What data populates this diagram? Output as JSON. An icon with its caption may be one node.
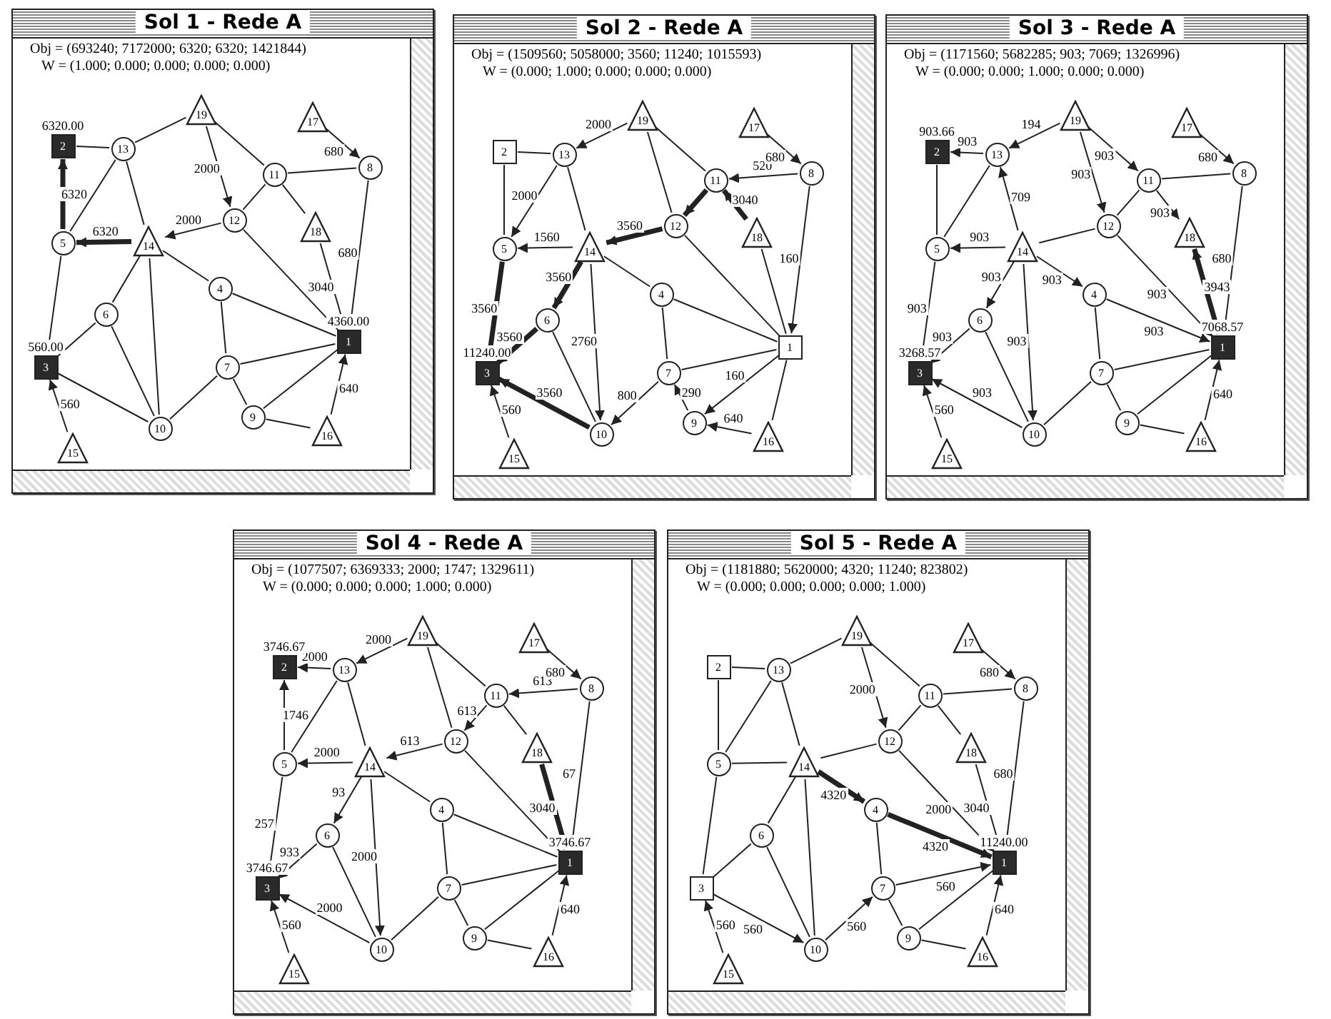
{
  "diagram": {
    "nodes": [
      {
        "text": [
          "Sol 1 - Rede A",
          "Obj = (693240; 7172000; 6320; 6320; 1421844)",
          "W = (1.000; 0.000; 0.000; 0.000; 0.000)"
        ]
      },
      {
        "text": [
          "19"
        ],
        "in": 0
      },
      {
        "text": [
          "17"
        ],
        "in": 0
      },
      {
        "text": [
          "2"
        ],
        "in": 0,
        "beside": [
          "6320.00"
        ]
      },
      {
        "text": [
          "13"
        ],
        "in": 0
      },
      {
        "text": [
          "8"
        ],
        "in": 0
      },
      {
        "text": [
          "11"
        ],
        "in": 0
      },
      {
        "text": [
          "12"
        ],
        "in": 0
      },
      {
        "text": [
          "18"
        ],
        "in": 0
      },
      {
        "text": [
          "5"
        ],
        "in": 0
      },
      {
        "text": [
          "14"
        ],
        "in": 0
      },
      {
        "text": [
          "4"
        ],
        "in": 0
      },
      {
        "text": [
          "6"
        ],
        "in": 0
      },
      {
        "text": [
          "3"
        ],
        "in": 0,
        "beside": [
          "560.00"
        ]
      },
      {
        "text": [
          "1"
        ],
        "in": 0,
        "beside": [
          "4360.00"
        ]
      },
      {
        "text": [
          "7"
        ],
        "in": 0
      },
      {
        "text": [
          "10"
        ],
        "in": 0
      },
      {
        "text": [
          "9"
        ],
        "in": 0
      },
      {
        "text": [
          "16"
        ],
        "in": 0
      },
      {
        "text": [
          "15"
        ],
        "in": 0
      },
      {
        "text": [
          "Sol 2 - Rede A",
          "Obj = (1509560; 5058000; 3560; 11240; 1015593)",
          "W = (0.000; 1.000; 0.000; 0.000; 0.000)"
        ]
      },
      {
        "text": [
          "19"
        ],
        "in": 20
      },
      {
        "text": [
          "17"
        ],
        "in": 20
      },
      {
        "text": [
          "2"
        ],
        "in": 20
      },
      {
        "text": [
          "13"
        ],
        "in": 20
      },
      {
        "text": [
          "8"
        ],
        "in": 20
      },
      {
        "text": [
          "11"
        ],
        "in": 20
      },
      {
        "text": [
          "12"
        ],
        "in": 20
      },
      {
        "text": [
          "18"
        ],
        "in": 20
      },
      {
        "text": [
          "5"
        ],
        "in": 20
      },
      {
        "text": [
          "14"
        ],
        "in": 20
      },
      {
        "text": [
          "4"
        ],
        "in": 20
      },
      {
        "text": [
          "6"
        ],
        "in": 20
      },
      {
        "text": [
          "3"
        ],
        "in": 20,
        "beside": [
          "11240.00"
        ]
      },
      {
        "text": [
          "1"
        ],
        "in": 20
      },
      {
        "text": [
          "7"
        ],
        "in": 20
      },
      {
        "text": [
          "10"
        ],
        "in": 20
      },
      {
        "text": [
          "9"
        ],
        "in": 20
      },
      {
        "text": [
          "16"
        ],
        "in": 20
      },
      {
        "text": [
          "15"
        ],
        "in": 20
      },
      {
        "text": [
          "Sol 3 - Rede A",
          "Obj = (1171560; 5682285; 903; 7069; 1326996)",
          "W = (0.000; 0.000; 1.000; 0.000; 0.000)"
        ]
      },
      {
        "text": [
          "19"
        ],
        "in": 40
      },
      {
        "text": [
          "17"
        ],
        "in": 40
      },
      {
        "text": [
          "2"
        ],
        "in": 40,
        "beside": [
          "903.66"
        ]
      },
      {
        "text": [
          "13"
        ],
        "in": 40
      },
      {
        "text": [
          "8"
        ],
        "in": 40
      },
      {
        "text": [
          "11"
        ],
        "in": 40
      },
      {
        "text": [
          "12"
        ],
        "in": 40
      },
      {
        "text": [
          "18"
        ],
        "in": 40
      },
      {
        "text": [
          "5"
        ],
        "in": 40
      },
      {
        "text": [
          "14"
        ],
        "in": 40
      },
      {
        "text": [
          "4"
        ],
        "in": 40
      },
      {
        "text": [
          "6"
        ],
        "in": 40
      },
      {
        "text": [
          "3"
        ],
        "in": 40,
        "beside": [
          "3268.57"
        ]
      },
      {
        "text": [
          "1"
        ],
        "in": 40,
        "beside": [
          "7068.57"
        ]
      },
      {
        "text": [
          "7"
        ],
        "in": 40
      },
      {
        "text": [
          "10"
        ],
        "in": 40
      },
      {
        "text": [
          "9"
        ],
        "in": 40
      },
      {
        "text": [
          "16"
        ],
        "in": 40
      },
      {
        "text": [
          "15"
        ],
        "in": 40
      },
      {
        "text": [
          "Sol 4 - Rede A",
          "Obj = (1077507; 6369333; 2000; 1747; 1329611)",
          "W = (0.000; 0.000; 0.000; 1.000; 0.000)"
        ]
      },
      {
        "text": [
          "19"
        ],
        "in": 60
      },
      {
        "text": [
          "17"
        ],
        "in": 60
      },
      {
        "text": [
          "2"
        ],
        "in": 60,
        "beside": [
          "3746.67"
        ]
      },
      {
        "text": [
          "13"
        ],
        "in": 60
      },
      {
        "text": [
          "8"
        ],
        "in": 60
      },
      {
        "text": [
          "11"
        ],
        "in": 60
      },
      {
        "text": [
          "12"
        ],
        "in": 60
      },
      {
        "text": [
          "18"
        ],
        "in": 60
      },
      {
        "text": [
          "5"
        ],
        "in": 60
      },
      {
        "text": [
          "14"
        ],
        "in": 60
      },
      {
        "text": [
          "4"
        ],
        "in": 60
      },
      {
        "text": [
          "6"
        ],
        "in": 60
      },
      {
        "text": [
          "3"
        ],
        "in": 60,
        "beside": [
          "3746.67"
        ]
      },
      {
        "text": [
          "1"
        ],
        "in": 60,
        "beside": [
          "3746.67"
        ]
      },
      {
        "text": [
          "7"
        ],
        "in": 60
      },
      {
        "text": [
          "10"
        ],
        "in": 60
      },
      {
        "text": [
          "9"
        ],
        "in": 60
      },
      {
        "text": [
          "16"
        ],
        "in": 60
      },
      {
        "text": [
          "15"
        ],
        "in": 60
      },
      {
        "text": [
          "Sol 5 - Rede A",
          "Obj = (1181880; 5620000; 4320; 11240; 823802)",
          "W = (0.000; 0.000; 0.000; 0.000; 1.000)"
        ]
      },
      {
        "text": [
          "19"
        ],
        "in": 80
      },
      {
        "text": [
          "17"
        ],
        "in": 80
      },
      {
        "text": [
          "2"
        ],
        "in": 80
      },
      {
        "text": [
          "13"
        ],
        "in": 80
      },
      {
        "text": [
          "8"
        ],
        "in": 80
      },
      {
        "text": [
          "11"
        ],
        "in": 80
      },
      {
        "text": [
          "12"
        ],
        "in": 80
      },
      {
        "text": [
          "18"
        ],
        "in": 80
      },
      {
        "text": [
          "5"
        ],
        "in": 80
      },
      {
        "text": [
          "14"
        ],
        "in": 80
      },
      {
        "text": [
          "4"
        ],
        "in": 80
      },
      {
        "text": [
          "6"
        ],
        "in": 80
      },
      {
        "text": [
          "3"
        ],
        "in": 80
      },
      {
        "text": [
          "1"
        ],
        "in": 80,
        "beside": [
          "11240.00"
        ]
      },
      {
        "text": [
          "7"
        ],
        "in": 80
      },
      {
        "text": [
          "10"
        ],
        "in": 80
      },
      {
        "text": [
          "9"
        ],
        "in": 80
      },
      {
        "text": [
          "16"
        ],
        "in": 80
      },
      {
        "text": [
          "15"
        ],
        "in": 80
      }
    ],
    "edges": [
      {
        "from": 3,
        "to": 4,
        "arrow": "none"
      },
      {
        "from": 9,
        "to": 3,
        "arrow": "to",
        "label": "6320",
        "style": "thick"
      },
      {
        "from": 4,
        "to": 1,
        "arrow": "none"
      },
      {
        "from": 4,
        "to": 9,
        "arrow": "none"
      },
      {
        "from": 4,
        "to": 10,
        "arrow": "none"
      },
      {
        "from": 1,
        "to": 7,
        "arrow": "to",
        "label": "2000"
      },
      {
        "from": 1,
        "to": 6,
        "arrow": "none"
      },
      {
        "from": 6,
        "to": 5,
        "arrow": "none"
      },
      {
        "from": 6,
        "to": 7,
        "arrow": "none"
      },
      {
        "from": 6,
        "to": 8,
        "arrow": "none"
      },
      {
        "from": 8,
        "to": 14,
        "arrow": "to",
        "label": "3040"
      },
      {
        "from": 5,
        "to": 14,
        "arrow": "to",
        "label": "680"
      },
      {
        "from": 2,
        "to": 5,
        "arrow": "to",
        "label": "680"
      },
      {
        "from": 7,
        "to": 10,
        "arrow": "to",
        "label": "2000"
      },
      {
        "from": 7,
        "to": 14,
        "arrow": "none"
      },
      {
        "from": 10,
        "to": 9,
        "arrow": "to",
        "label": "6320",
        "style": "thick"
      },
      {
        "from": 9,
        "to": 13,
        "arrow": "none"
      },
      {
        "from": 10,
        "to": 12,
        "arrow": "none"
      },
      {
        "from": 10,
        "to": 16,
        "arrow": "none"
      },
      {
        "from": 10,
        "to": 11,
        "arrow": "none"
      },
      {
        "from": 11,
        "to": 14,
        "arrow": "none"
      },
      {
        "from": 11,
        "to": 15,
        "arrow": "none"
      },
      {
        "from": 12,
        "to": 13,
        "arrow": "none"
      },
      {
        "from": 12,
        "to": 16,
        "arrow": "none"
      },
      {
        "from": 13,
        "to": 16,
        "arrow": "none"
      },
      {
        "from": 19,
        "to": 13,
        "arrow": "to",
        "label": "560"
      },
      {
        "from": 15,
        "to": 14,
        "arrow": "none"
      },
      {
        "from": 15,
        "to": 16,
        "arrow": "none"
      },
      {
        "from": 15,
        "to": 17,
        "arrow": "none"
      },
      {
        "from": 17,
        "to": 14,
        "arrow": "none"
      },
      {
        "from": 17,
        "to": 18,
        "arrow": "none"
      },
      {
        "from": 18,
        "to": 14,
        "arrow": "to",
        "label": "640"
      },
      {
        "from": 23,
        "to": 24,
        "arrow": "none"
      },
      {
        "from": 23,
        "to": 29,
        "arrow": "none"
      },
      {
        "from": 21,
        "to": 24,
        "arrow": "to",
        "label": "2000"
      },
      {
        "from": 24,
        "to": 29,
        "arrow": "to",
        "label": "2000"
      },
      {
        "from": 24,
        "to": 30,
        "arrow": "none"
      },
      {
        "from": 21,
        "to": 27,
        "arrow": "none"
      },
      {
        "from": 21,
        "to": 26,
        "arrow": "none"
      },
      {
        "from": 25,
        "to": 26,
        "arrow": "to",
        "label": "520"
      },
      {
        "from": 26,
        "to": 27,
        "arrow": "to",
        "style": "thick"
      },
      {
        "from": 28,
        "to": 26,
        "arrow": "to",
        "label": "3040",
        "style": "thick"
      },
      {
        "from": 28,
        "to": 34,
        "arrow": "none"
      },
      {
        "from": 25,
        "to": 34,
        "arrow": "to",
        "label": "160"
      },
      {
        "from": 22,
        "to": 25,
        "arrow": "to",
        "label": "680"
      },
      {
        "from": 27,
        "to": 30,
        "arrow": "to",
        "label": "3560",
        "style": "thick"
      },
      {
        "from": 27,
        "to": 34,
        "arrow": "none"
      },
      {
        "from": 30,
        "to": 29,
        "arrow": "to",
        "label": "1560"
      },
      {
        "from": 29,
        "to": 33,
        "arrow": "to",
        "label": "3560",
        "style": "thick"
      },
      {
        "from": 30,
        "to": 32,
        "arrow": "to",
        "label": "3560",
        "style": "thick"
      },
      {
        "from": 30,
        "to": 36,
        "arrow": "to",
        "label": "2760"
      },
      {
        "from": 30,
        "to": 31,
        "arrow": "none"
      },
      {
        "from": 31,
        "to": 34,
        "arrow": "none"
      },
      {
        "from": 31,
        "to": 35,
        "arrow": "none"
      },
      {
        "from": 32,
        "to": 33,
        "arrow": "to",
        "label": "3560",
        "style": "thick"
      },
      {
        "from": 32,
        "to": 36,
        "arrow": "none"
      },
      {
        "from": 36,
        "to": 33,
        "arrow": "to",
        "label": "3560",
        "style": "thick"
      },
      {
        "from": 39,
        "to": 33,
        "arrow": "to",
        "label": "560"
      },
      {
        "from": 35,
        "to": 34,
        "arrow": "none"
      },
      {
        "from": 35,
        "to": 36,
        "arrow": "to",
        "label": "800"
      },
      {
        "from": 37,
        "to": 35,
        "arrow": "to",
        "label": "290"
      },
      {
        "from": 34,
        "to": 37,
        "arrow": "to",
        "label": "160"
      },
      {
        "from": 38,
        "to": 37,
        "arrow": "to",
        "label": "640"
      },
      {
        "from": 38,
        "to": 34,
        "arrow": "none"
      },
      {
        "from": 44,
        "to": 43,
        "arrow": "to",
        "label": "903"
      },
      {
        "from": 43,
        "to": 49,
        "arrow": "none"
      },
      {
        "from": 41,
        "to": 44,
        "arrow": "to",
        "label": "194"
      },
      {
        "from": 44,
        "to": 49,
        "arrow": "none"
      },
      {
        "from": 50,
        "to": 44,
        "arrow": "to",
        "label": "709"
      },
      {
        "from": 41,
        "to": 47,
        "arrow": "to",
        "label": "903"
      },
      {
        "from": 41,
        "to": 46,
        "arrow": "to",
        "label": "903"
      },
      {
        "from": 46,
        "to": 45,
        "arrow": "none"
      },
      {
        "from": 46,
        "to": 47,
        "arrow": "none"
      },
      {
        "from": 46,
        "to": 48,
        "arrow": "to",
        "label": "903"
      },
      {
        "from": 54,
        "to": 48,
        "arrow": "to",
        "label": "3943",
        "style": "thick"
      },
      {
        "from": 45,
        "to": 54,
        "arrow": "to",
        "label": "680"
      },
      {
        "from": 42,
        "to": 45,
        "arrow": "to",
        "label": "680"
      },
      {
        "from": 47,
        "to": 50,
        "arrow": "none"
      },
      {
        "from": 47,
        "to": 54,
        "arrow": "to",
        "label": "903"
      },
      {
        "from": 50,
        "to": 49,
        "arrow": "to",
        "label": "903"
      },
      {
        "from": 49,
        "to": 53,
        "arrow": "to",
        "label": "903"
      },
      {
        "from": 50,
        "to": 52,
        "arrow": "to",
        "label": "903"
      },
      {
        "from": 50,
        "to": 56,
        "arrow": "to",
        "label": "903"
      },
      {
        "from": 50,
        "to": 51,
        "arrow": "to",
        "label": "903"
      },
      {
        "from": 51,
        "to": 54,
        "arrow": "to",
        "label": "903"
      },
      {
        "from": 51,
        "to": 55,
        "arrow": "none"
      },
      {
        "from": 52,
        "to": 53,
        "arrow": "to",
        "label": "903"
      },
      {
        "from": 52,
        "to": 56,
        "arrow": "none"
      },
      {
        "from": 56,
        "to": 53,
        "arrow": "to",
        "label": "903"
      },
      {
        "from": 59,
        "to": 53,
        "arrow": "to",
        "label": "560"
      },
      {
        "from": 55,
        "to": 54,
        "arrow": "none"
      },
      {
        "from": 55,
        "to": 56,
        "arrow": "none"
      },
      {
        "from": 55,
        "to": 57,
        "arrow": "none"
      },
      {
        "from": 57,
        "to": 54,
        "arrow": "none"
      },
      {
        "from": 57,
        "to": 58,
        "arrow": "none"
      },
      {
        "from": 58,
        "to": 54,
        "arrow": "to",
        "label": "640"
      },
      {
        "from": 64,
        "to": 63,
        "arrow": "to",
        "label": "2000"
      },
      {
        "from": 69,
        "to": 63,
        "arrow": "to",
        "label": "1746"
      },
      {
        "from": 61,
        "to": 64,
        "arrow": "to",
        "label": "2000"
      },
      {
        "from": 64,
        "to": 69,
        "arrow": "none"
      },
      {
        "from": 64,
        "to": 70,
        "arrow": "none"
      },
      {
        "from": 61,
        "to": 67,
        "arrow": "none"
      },
      {
        "from": 61,
        "to": 66,
        "arrow": "none"
      },
      {
        "from": 65,
        "to": 66,
        "arrow": "to",
        "label": "613"
      },
      {
        "from": 66,
        "to": 67,
        "arrow": "to",
        "label": "613"
      },
      {
        "from": 66,
        "to": 68,
        "arrow": "none"
      },
      {
        "from": 68,
        "to": 74,
        "arrow": "to",
        "label": "3040",
        "style": "thick"
      },
      {
        "from": 65,
        "to": 74,
        "arrow": "to",
        "label": "67"
      },
      {
        "from": 62,
        "to": 65,
        "arrow": "to",
        "label": "680"
      },
      {
        "from": 67,
        "to": 70,
        "arrow": "to",
        "label": "613"
      },
      {
        "from": 67,
        "to": 74,
        "arrow": "none"
      },
      {
        "from": 70,
        "to": 69,
        "arrow": "to",
        "label": "2000"
      },
      {
        "from": 69,
        "to": 73,
        "arrow": "to",
        "label": "257"
      },
      {
        "from": 70,
        "to": 72,
        "arrow": "to",
        "label": "93"
      },
      {
        "from": 70,
        "to": 76,
        "arrow": "to",
        "label": "2000"
      },
      {
        "from": 70,
        "to": 71,
        "arrow": "none"
      },
      {
        "from": 71,
        "to": 74,
        "arrow": "none"
      },
      {
        "from": 71,
        "to": 75,
        "arrow": "none"
      },
      {
        "from": 72,
        "to": 73,
        "arrow": "to",
        "label": "933"
      },
      {
        "from": 72,
        "to": 76,
        "arrow": "none"
      },
      {
        "from": 76,
        "to": 73,
        "arrow": "to",
        "label": "2000"
      },
      {
        "from": 79,
        "to": 73,
        "arrow": "to",
        "label": "560"
      },
      {
        "from": 75,
        "to": 74,
        "arrow": "none"
      },
      {
        "from": 75,
        "to": 76,
        "arrow": "none"
      },
      {
        "from": 75,
        "to": 77,
        "arrow": "none"
      },
      {
        "from": 77,
        "to": 74,
        "arrow": "none"
      },
      {
        "from": 77,
        "to": 78,
        "arrow": "none"
      },
      {
        "from": 78,
        "to": 74,
        "arrow": "to",
        "label": "640"
      },
      {
        "from": 83,
        "to": 84,
        "arrow": "none"
      },
      {
        "from": 83,
        "to": 89,
        "arrow": "none"
      },
      {
        "from": 84,
        "to": 81,
        "arrow": "none"
      },
      {
        "from": 84,
        "to": 89,
        "arrow": "none"
      },
      {
        "from": 84,
        "to": 90,
        "arrow": "none"
      },
      {
        "from": 81,
        "to": 87,
        "arrow": "to",
        "label": "2000"
      },
      {
        "from": 81,
        "to": 86,
        "arrow": "none"
      },
      {
        "from": 86,
        "to": 85,
        "arrow": "none"
      },
      {
        "from": 86,
        "to": 87,
        "arrow": "none"
      },
      {
        "from": 86,
        "to": 88,
        "arrow": "none"
      },
      {
        "from": 88,
        "to": 94,
        "arrow": "to",
        "label": "3040"
      },
      {
        "from": 85,
        "to": 94,
        "arrow": "to",
        "label": "680"
      },
      {
        "from": 82,
        "to": 85,
        "arrow": "to",
        "label": "680"
      },
      {
        "from": 87,
        "to": 90,
        "arrow": "none"
      },
      {
        "from": 87,
        "to": 94,
        "arrow": "to",
        "label": "2000"
      },
      {
        "from": 89,
        "to": 90,
        "arrow": "none"
      },
      {
        "from": 89,
        "to": 93,
        "arrow": "none"
      },
      {
        "from": 90,
        "to": 92,
        "arrow": "none"
      },
      {
        "from": 90,
        "to": 96,
        "arrow": "none"
      },
      {
        "from": 90,
        "to": 91,
        "arrow": "to",
        "label": "4320",
        "style": "thick"
      },
      {
        "from": 91,
        "to": 94,
        "arrow": "to",
        "label": "4320",
        "style": "thick"
      },
      {
        "from": 91,
        "to": 95,
        "arrow": "none"
      },
      {
        "from": 92,
        "to": 93,
        "arrow": "none"
      },
      {
        "from": 92,
        "to": 96,
        "arrow": "none"
      },
      {
        "from": 93,
        "to": 96,
        "arrow": "to",
        "label": "560"
      },
      {
        "from": 99,
        "to": 93,
        "arrow": "to",
        "label": "560"
      },
      {
        "from": 95,
        "to": 94,
        "arrow": "to",
        "label": "560"
      },
      {
        "from": 96,
        "to": 95,
        "arrow": "to",
        "label": "560"
      },
      {
        "from": 95,
        "to": 97,
        "arrow": "none"
      },
      {
        "from": 97,
        "to": 94,
        "arrow": "none"
      },
      {
        "from": 97,
        "to": 98,
        "arrow": "none"
      },
      {
        "from": 98,
        "to": 94,
        "arrow": "to",
        "label": "640"
      }
    ]
  }
}
